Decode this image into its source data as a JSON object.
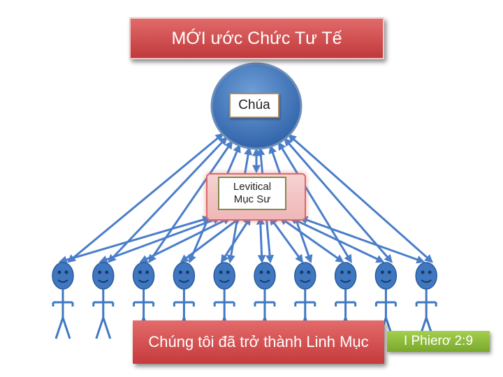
{
  "title": "MỚI ước Chức Tư Tế",
  "top_node": {
    "label": "Chúa"
  },
  "middle_node": {
    "line1": "Levitical",
    "line2": "Mục Sư"
  },
  "caption": "Chúng tôi đã trở thành Linh Mục",
  "reference": "I Phierơ 2:9",
  "people_count": 10,
  "colors": {
    "title_box": "#c94446",
    "circle_fill": "#3f78c1",
    "arrow": "#4a7ec9",
    "person": "#3f78c1",
    "levitical_box": "#f4c6c6",
    "reference_box": "#8dbb3a"
  }
}
